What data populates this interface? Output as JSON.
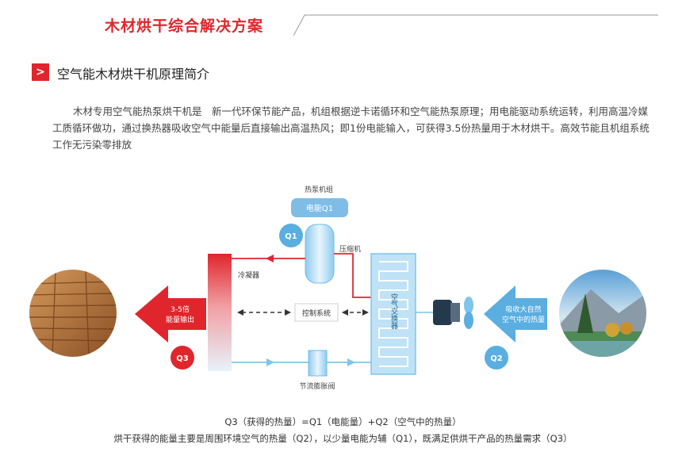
{
  "header": {
    "title": "木材烘干综合解决方案",
    "accent_color": "#e0262c"
  },
  "section": {
    "chevron": ">",
    "heading": "空气能木材烘干机原理简介"
  },
  "intro": "木材专用空气能热泵烘干机是　新一代环保节能产品，机组根据逆卡诺循环和空气能热泵原理；用电能驱动系统运转，利用高温冷媒工质循环做功，通过换热器吸收空气中能量后直接输出高温热风；即1份电能输入，可获得3.5份热量用于木材烘干。高效节能且机组系统工作无污染零排放",
  "diagram": {
    "heat_pump_unit": "热泵机组",
    "power_box": "电能Q1",
    "compressor": "压缩机",
    "condenser": "冷凝器",
    "control_system": "控制系统",
    "evaporator": "空气交换器",
    "expansion_valve": "节流膨胀阀",
    "output_arrow_line1": "3-5倍",
    "output_arrow_line2": "能量输出",
    "input_arrow_line1": "吸收大自然",
    "input_arrow_line2": "空气中的热量",
    "badge_q1": "Q1",
    "badge_q2": "Q2",
    "badge_q3": "Q3"
  },
  "colors": {
    "red": "#e0262c",
    "blue": "#5bb4e5",
    "light_blue": "#a9d7f2",
    "badge_blue": "#5aaee0"
  },
  "formula": "Q3（获得的热量）=Q1（电能量）+Q2（空气中的热量）",
  "explanation": "烘干获得的能量主要是周围环境空气的热量（Q2），以少量电能为辅（Q1），既满足供烘干产品的热量需求（Q3）"
}
